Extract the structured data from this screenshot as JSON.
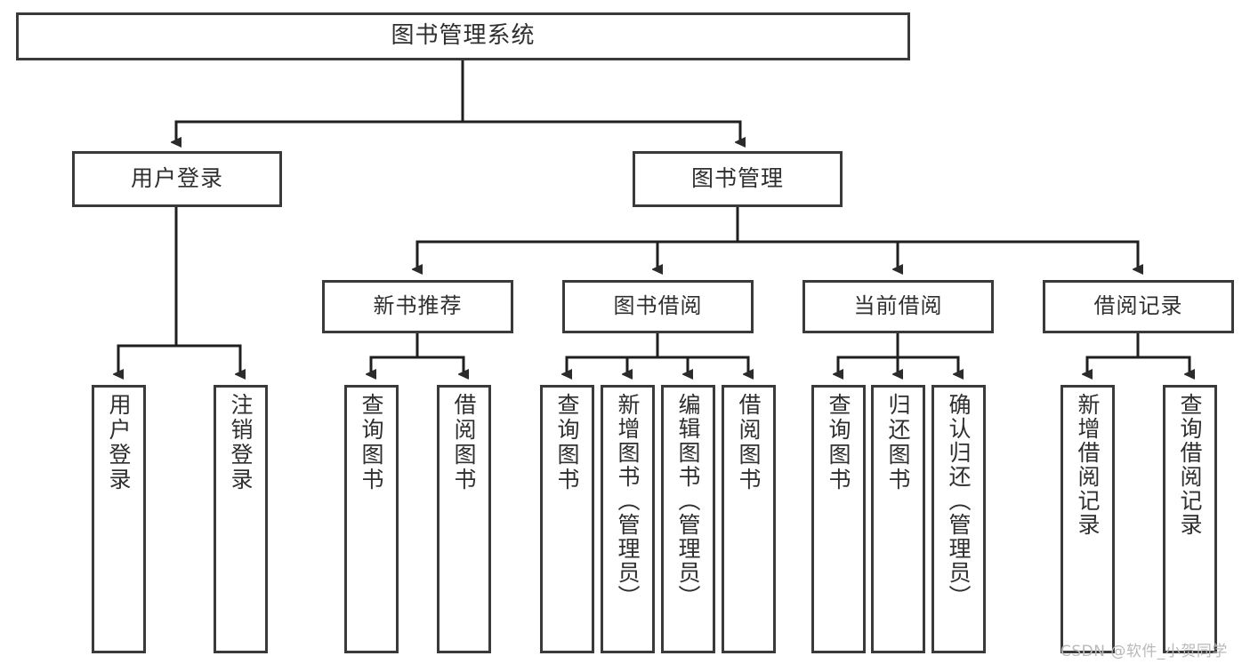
{
  "diagram": {
    "title": "图书管理系统",
    "type": "tree",
    "colors": {
      "background": "#ffffff",
      "box_border": "#3a3a3a",
      "box_fill": "#ffffff",
      "text": "#2f2f2f",
      "connector": "#1f1f1f",
      "watermark": "#b9b9b9"
    },
    "root": {
      "label": "图书管理系统"
    },
    "level2": [
      {
        "label": "用户登录"
      },
      {
        "label": "图书管理"
      }
    ],
    "level3": [
      {
        "label": "新书推荐"
      },
      {
        "label": "图书借阅"
      },
      {
        "label": "当前借阅"
      },
      {
        "label": "借阅记录"
      }
    ],
    "leaves": {
      "user_login": [
        {
          "label": "用户登录"
        },
        {
          "label": "注销登录"
        }
      ],
      "new_book_recommend": [
        {
          "label": "查询图书"
        },
        {
          "label": "借阅图书"
        }
      ],
      "book_borrow": [
        {
          "label": "查询图书"
        },
        {
          "label": "新增图书（管理员）"
        },
        {
          "label": "编辑图书（管理员）"
        },
        {
          "label": "借阅图书"
        }
      ],
      "current_borrow": [
        {
          "label": "查询图书"
        },
        {
          "label": "归还图书"
        },
        {
          "label": "确认归还（管理员）"
        }
      ],
      "borrow_records": [
        {
          "label": "新增借阅记录"
        },
        {
          "label": "查询借阅记录"
        }
      ]
    }
  },
  "watermark": {
    "text": "CSDN @软件_小贺同学"
  }
}
